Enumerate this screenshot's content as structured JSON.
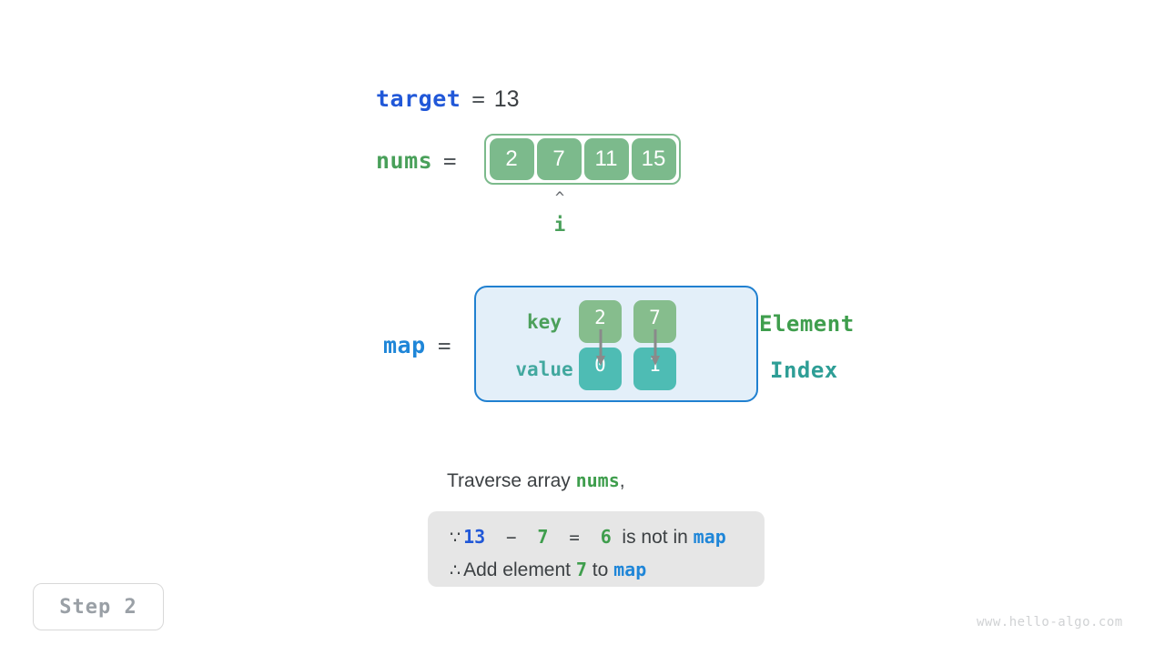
{
  "target": {
    "name": "target",
    "operator": "=",
    "value": "13"
  },
  "nums": {
    "name": "nums",
    "operator": "=",
    "cells": [
      "2",
      "7",
      "11",
      "15"
    ],
    "pointer": {
      "caret": "^",
      "label": "i",
      "index": 1
    }
  },
  "map": {
    "name": "map",
    "operator": "=",
    "row_labels": {
      "key": "key",
      "value": "value"
    },
    "entries": [
      {
        "key": "2",
        "value": "0"
      },
      {
        "key": "7",
        "value": "1"
      }
    ],
    "legend": {
      "element": "Element",
      "index": "Index"
    }
  },
  "caption": {
    "prefix": "Traverse array ",
    "highlight": "nums",
    "suffix": ",",
    "note": {
      "line1": {
        "symbol": "∵",
        "a": "13",
        "minus": "−",
        "b": "7",
        "equals": "=",
        "result": "6",
        "text": "is not in",
        "target": "map"
      },
      "line2": {
        "symbol": "∴",
        "text_before": "Add element",
        "element": "7",
        "text_middle": "to",
        "target": "map"
      }
    }
  },
  "step_badge": "Step 2",
  "watermark": "www.hello-algo.com",
  "colors": {
    "green_fill": "#7cba8c",
    "key_fill": "#86bd8d",
    "value_fill": "#4ebcb4",
    "map_bg": "#e3eff9",
    "map_border": "#2080d0",
    "blue_text": "#2158d8",
    "green_text": "#3f9e4d",
    "teal_text": "#2e9e96",
    "map_blue": "#1f86d8",
    "note_bg": "#e6e6e6"
  }
}
